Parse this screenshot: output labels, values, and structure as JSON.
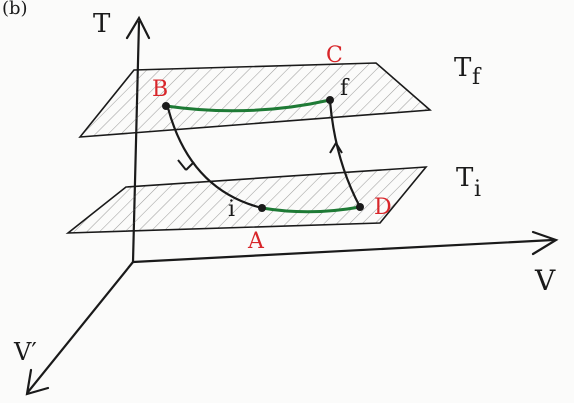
{
  "figure_tag": "(b)",
  "axes": {
    "temperature": "T",
    "volume": "V",
    "volume_prime": "V′"
  },
  "planes": {
    "final": {
      "label_main": "T",
      "label_sub": "f"
    },
    "initial": {
      "label_main": "T",
      "label_sub": "i"
    }
  },
  "points": {
    "B": "B",
    "C": "C",
    "f": "f",
    "i": "i",
    "A": "A",
    "D": "D"
  },
  "colors": {
    "ink": "#1a1a1a",
    "red_label": "#d8262a",
    "green_path": "#1e7a35",
    "paper": "#fbfbfa"
  }
}
